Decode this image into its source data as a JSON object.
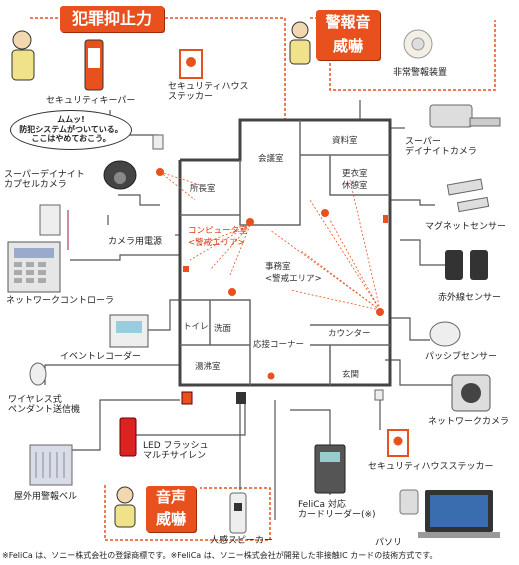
{
  "banners": {
    "crime_prevention": "犯罪抑止力",
    "alarm_sound": "警報音\n威嚇",
    "voice_threat": "音声\n威嚇"
  },
  "speech_bubble": "ムムッ!\n防犯システムがついている。\nここはやめておこう。",
  "devices": {
    "security_keeper": "セキュリティキーパー",
    "security_house_sticker_top": "セキュリティハウス\nステッカー",
    "siren": "非常警報装置",
    "super_daynight_camera": "スーパー\nデイナイトカメラ",
    "capsule_camera": "スーパーデイナイト\nカプセルカメラ",
    "magnet_sensor": "マグネットセンサー",
    "camera_power": "カメラ用電源",
    "network_controller": "ネットワークコントローラ",
    "infrared_sensor": "赤外線センサー",
    "event_recorder": "イベントレコーダー",
    "passive_sensor": "パッシブセンサー",
    "wireless_pendant": "ワイヤレス式\nペンダント送信機",
    "network_camera": "ネットワークカメラ",
    "led_flash_siren": "LED フラッシュ\nマルチサイレン",
    "security_house_sticker_bottom": "セキュリティハウスステッカー",
    "outdoor_bell": "屋外用警報ベル",
    "felica_reader": "FeliCa 対応\nカードリーダー(※)",
    "pc": "パソリ",
    "human_speaker": "人感スピーカー"
  },
  "rooms": {
    "meeting_room": "会議室",
    "document_room": "資料室",
    "locker_room": "更衣室\n休憩室",
    "director_room": "所長室",
    "computer_room": "コンピュータ室\n<警戒エリア>",
    "office": "事務室\n<警戒エリア>",
    "toilet": "トイレ",
    "washroom": "洗面",
    "kitchen": "湯沸室",
    "reception": "応接コーナー",
    "counter": "カウンター",
    "entrance": "玄関"
  },
  "footnote": "※FeliCa は、ソニー株式会社の登録商標です。※FeliCa は、ソニー株式会社が開発した非接触IC カードの技術方式です。",
  "colors": {
    "accent": "#e8501e",
    "line": "#555555",
    "wall": "#444444"
  }
}
